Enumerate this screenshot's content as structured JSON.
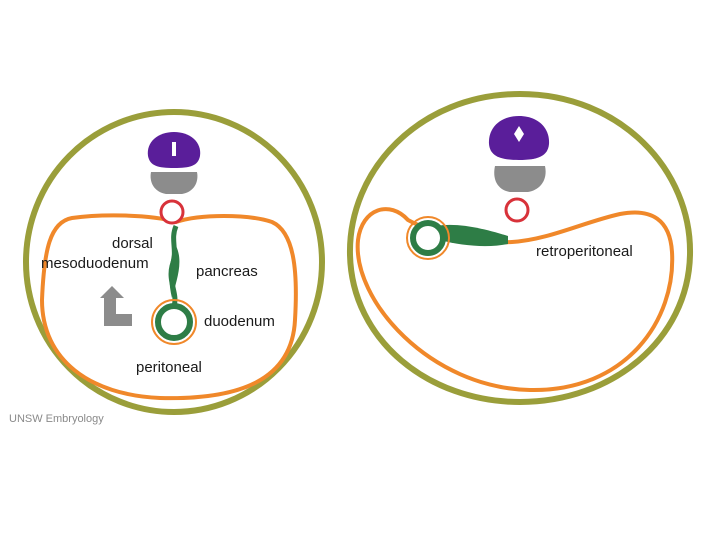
{
  "left_panel": {
    "labels": {
      "dorsal": "dorsal",
      "mesoduodenum": "mesoduodenum",
      "pancreas": "pancreas",
      "duodenum": "duodenum",
      "peritoneal": "peritoneal"
    }
  },
  "right_panel": {
    "labels": {
      "retroperitoneal": "retroperitoneal"
    }
  },
  "credit": "UNSW Embryology",
  "colors": {
    "body_wall": "#9a9e3a",
    "peritoneum": "#f0882a",
    "gut": "#2e7d46",
    "spinal_cord": "#5a1e9a",
    "vertebra": "#8c8c8c",
    "aorta": "#d8323a",
    "arrow": "#8c8c8c"
  },
  "icons": [
    "rotation-arrow-icon"
  ]
}
